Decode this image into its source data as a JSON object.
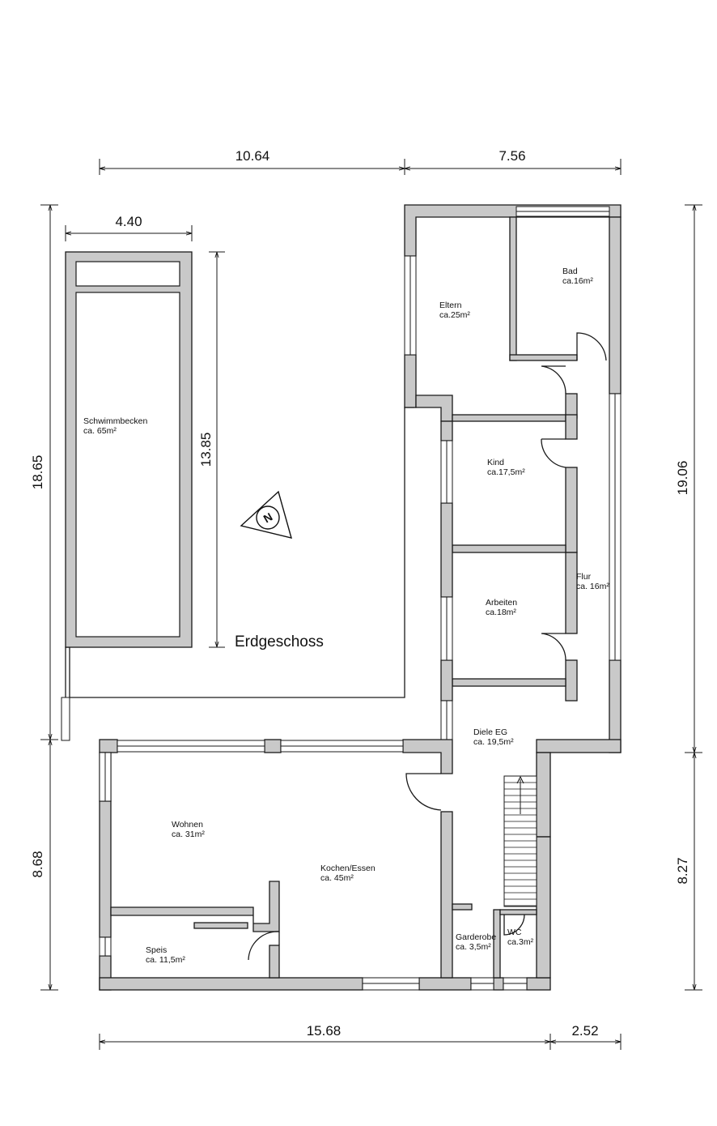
{
  "title": "Erdgeschoss",
  "north_label": "N",
  "dimensions": {
    "top_left": "10.64",
    "top_right": "7.56",
    "pool_width": "4.40",
    "pool_length": "13.85",
    "left_upper": "18.65",
    "left_lower": "8.68",
    "right_upper": "19.06",
    "right_lower": "8.27",
    "bottom_left": "15.68",
    "bottom_right": "2.52"
  },
  "rooms": {
    "pool": {
      "name": "Schwimmbecken",
      "area": "ca. 65m²"
    },
    "eltern": {
      "name": "Eltern",
      "area": "ca.25m²"
    },
    "bad": {
      "name": "Bad",
      "area": "ca.16m²"
    },
    "kind": {
      "name": "Kind",
      "area": "ca.17,5m²"
    },
    "arbeiten": {
      "name": "Arbeiten",
      "area": "ca.18m²"
    },
    "flur": {
      "name": "Flur",
      "area": "ca. 16m²"
    },
    "diele": {
      "name": "Diele EG",
      "area": "ca. 19,5m²"
    },
    "wohnen": {
      "name": "Wohnen",
      "area": "ca. 31m²"
    },
    "kochen": {
      "name": "Kochen/Essen",
      "area": "ca. 45m²"
    },
    "speis": {
      "name": "Speis",
      "area": "ca. 11,5m²"
    },
    "garderobe": {
      "name": "Garderobe",
      "area": "ca. 3,5m²"
    },
    "wc": {
      "name": "WC",
      "area": "ca.3m²"
    }
  }
}
